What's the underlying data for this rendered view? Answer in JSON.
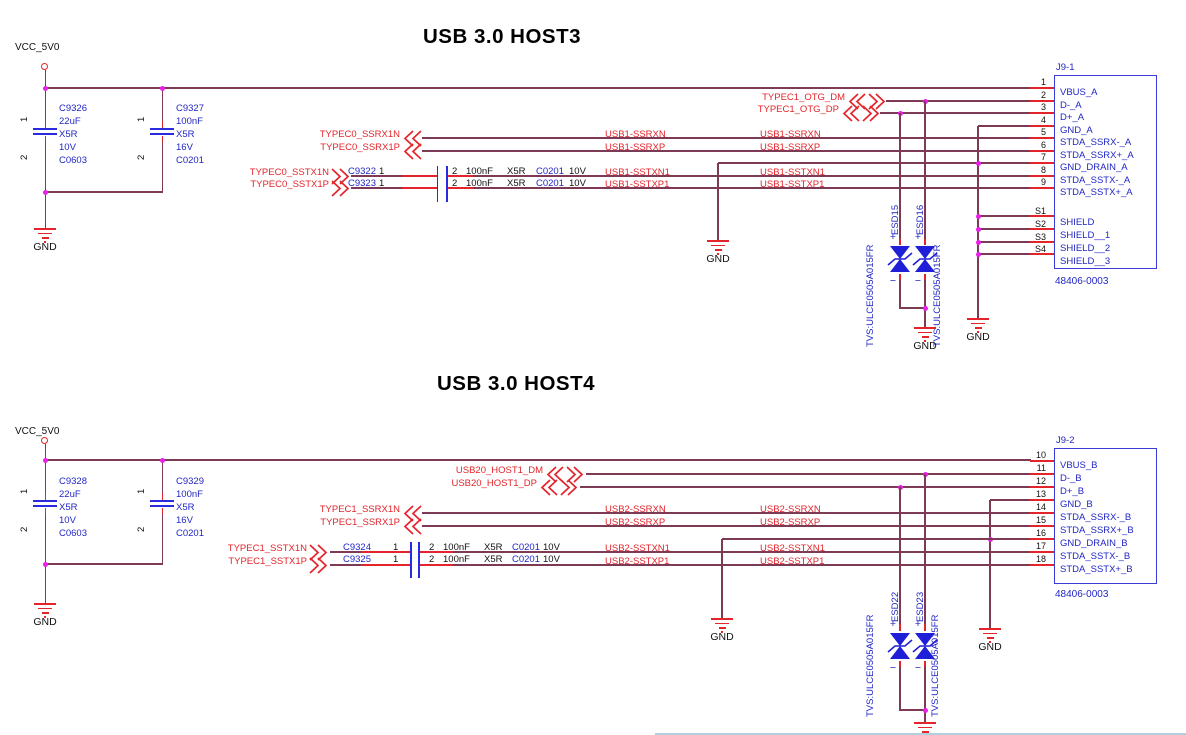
{
  "common": {
    "vcc": "VCC_5V0",
    "gnd": "GND",
    "plus": "+",
    "minus": "−",
    "tvs_part": "TVS:ULCE0505A015FR",
    "connector_part": "48406-0003"
  },
  "host3": {
    "title": "USB 3.0 HOST3",
    "caps": {
      "c1": {
        "ref": "C9326",
        "val": "22uF",
        "diel": "X5R",
        "volt": "10V",
        "pkg": "C0603",
        "p1": "1",
        "p2": "2"
      },
      "c2": {
        "ref": "C9327",
        "val": "100nF",
        "diel": "X5R",
        "volt": "16V",
        "pkg": "C0201",
        "p1": "1",
        "p2": "2"
      }
    },
    "ports": {
      "dm": "TYPEC1_OTG_DM",
      "dp": "TYPEC1_OTG_DP",
      "rxn": "TYPEC0_SSRX1N",
      "rxp": "TYPEC0_SSRX1P",
      "txn": "TYPEC0_SSTX1N",
      "txp": "TYPEC0_SSTX1P"
    },
    "series": [
      {
        "ref": "C9322",
        "p1": "1",
        "p2": "2",
        "val": "100nF",
        "diel": "X5R",
        "pkg": "C0201",
        "volt": "10V"
      },
      {
        "ref": "C9323",
        "p1": "1",
        "p2": "2",
        "val": "100nF",
        "diel": "X5R",
        "pkg": "C0201",
        "volt": "10V"
      }
    ],
    "nets": {
      "rxn": "USB1-SSRXN",
      "rxp": "USB1-SSRXP",
      "txn": "USB1-SSTXN1",
      "txp": "USB1-SSTXP1"
    },
    "esd": [
      {
        "ref": "ESD15"
      },
      {
        "ref": "ESD16"
      }
    ],
    "conn": {
      "ref": "J9-1",
      "pins": [
        [
          "1",
          "VBUS_A"
        ],
        [
          "2",
          "D-_A"
        ],
        [
          "3",
          "D+_A"
        ],
        [
          "4",
          "GND_A"
        ],
        [
          "5",
          "STDA_SSRX-_A"
        ],
        [
          "6",
          "STDA_SSRX+_A"
        ],
        [
          "7",
          "GND_DRAIN_A"
        ],
        [
          "8",
          "STDA_SSTX-_A"
        ],
        [
          "9",
          "STDA_SSTX+_A"
        ]
      ],
      "spins": [
        [
          "S1",
          "SHIELD"
        ],
        [
          "S2",
          "SHIELD__1"
        ],
        [
          "S3",
          "SHIELD__2"
        ],
        [
          "S4",
          "SHIELD__3"
        ]
      ]
    }
  },
  "host4": {
    "title": "USB 3.0 HOST4",
    "caps": {
      "c1": {
        "ref": "C9328",
        "val": "22uF",
        "diel": "X5R",
        "volt": "10V",
        "pkg": "C0603",
        "p1": "1",
        "p2": "2"
      },
      "c2": {
        "ref": "C9329",
        "val": "100nF",
        "diel": "X5R",
        "volt": "16V",
        "pkg": "C0201",
        "p1": "1",
        "p2": "2"
      }
    },
    "ports": {
      "dm": "USB20_HOST1_DM",
      "dp": "USB20_HOST1_DP",
      "rxn": "TYPEC1_SSRX1N",
      "rxp": "TYPEC1_SSRX1P",
      "txn": "TYPEC1_SSTX1N",
      "txp": "TYPEC1_SSTX1P"
    },
    "series": [
      {
        "ref": "C9324",
        "p1": "1",
        "p2": "2",
        "val": "100nF",
        "diel": "X5R",
        "pkg": "C0201",
        "volt": "10V"
      },
      {
        "ref": "C9325",
        "p1": "1",
        "p2": "2",
        "val": "100nF",
        "diel": "X5R",
        "pkg": "C0201",
        "volt": "10V"
      }
    ],
    "nets": {
      "rxn": "USB2-SSRXN",
      "rxp": "USB2-SSRXP",
      "txn": "USB2-SSTXN1",
      "txp": "USB2-SSTXP1"
    },
    "esd": [
      {
        "ref": "ESD22"
      },
      {
        "ref": "ESD23"
      }
    ],
    "conn": {
      "ref": "J9-2",
      "pins": [
        [
          "10",
          "VBUS_B"
        ],
        [
          "11",
          "D-_B"
        ],
        [
          "12",
          "D+_B"
        ],
        [
          "13",
          "GND_B"
        ],
        [
          "14",
          "STDA_SSRX-_B"
        ],
        [
          "15",
          "STDA_SSRX+_B"
        ],
        [
          "16",
          "GND_DRAIN_B"
        ],
        [
          "17",
          "STDA_SSTX-_B"
        ],
        [
          "18",
          "STDA_SSTX+_B"
        ]
      ]
    }
  }
}
